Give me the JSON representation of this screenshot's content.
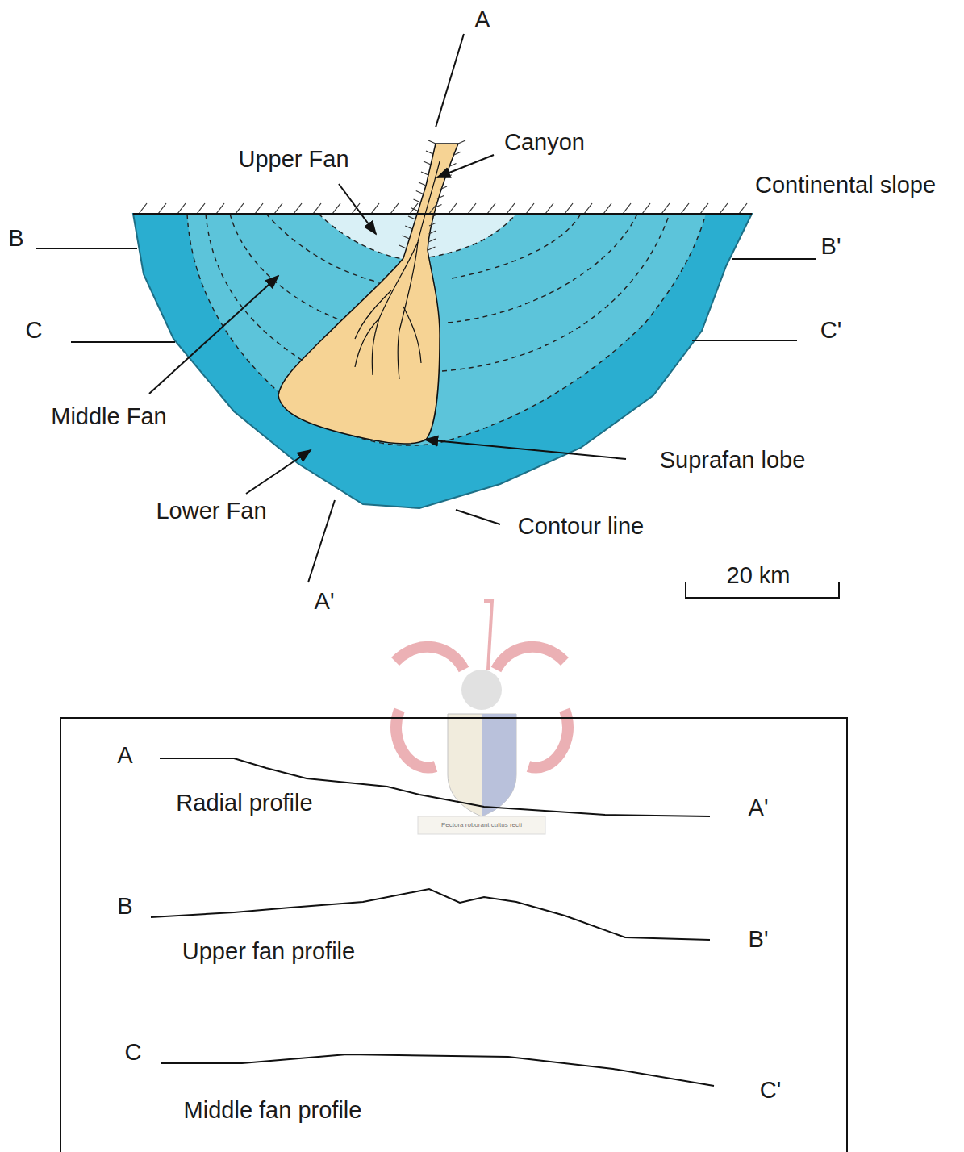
{
  "diagram": {
    "labels": [
      "A",
      "Canyon",
      "Upper Fan",
      "Continental slope",
      "B",
      "B'",
      "C",
      "C'",
      "Middle Fan",
      "Suprafan lobe",
      "Lower Fan",
      "Contour line",
      "A'",
      "20 km",
      "A",
      "Radial profile",
      "A'",
      "B",
      "Upper fan profile",
      "B'",
      "C",
      "Middle fan profile",
      "C'",
      "Pectora roborant cultus recti"
    ]
  }
}
